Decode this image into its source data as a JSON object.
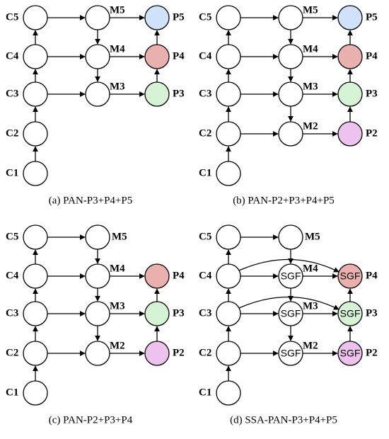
{
  "colors": {
    "p5_fill": "#cfe2f9",
    "p4_fill": "#eab0ae",
    "p3_fill": "#d6f2d4",
    "p2_fill": "#eec2ee",
    "plain_fill": "#ffffff",
    "line": "#000000"
  },
  "panels": [
    {
      "id": "a",
      "caption": "(a) PAN-P3+P4+P5",
      "backbone": [
        "C5",
        "C4",
        "C3",
        "C2",
        "C1"
      ],
      "mid": [
        {
          "label": "M5",
          "text": ""
        },
        {
          "label": "M4",
          "text": ""
        },
        {
          "label": "M3",
          "text": ""
        }
      ],
      "outputs": [
        {
          "label": "P5",
          "color": "p5_fill",
          "text": ""
        },
        {
          "label": "P4",
          "color": "p4_fill",
          "text": ""
        },
        {
          "label": "P3",
          "color": "p3_fill",
          "text": ""
        }
      ]
    },
    {
      "id": "b",
      "caption": "(b) PAN-P2+P3+P4+P5",
      "backbone": [
        "C5",
        "C4",
        "C3",
        "C2",
        "C1"
      ],
      "mid": [
        {
          "label": "M5",
          "text": ""
        },
        {
          "label": "M4",
          "text": ""
        },
        {
          "label": "M3",
          "text": ""
        },
        {
          "label": "M2",
          "text": ""
        }
      ],
      "outputs": [
        {
          "label": "P5",
          "color": "p5_fill",
          "text": ""
        },
        {
          "label": "P4",
          "color": "p4_fill",
          "text": ""
        },
        {
          "label": "P3",
          "color": "p3_fill",
          "text": ""
        },
        {
          "label": "P2",
          "color": "p2_fill",
          "text": ""
        }
      ]
    },
    {
      "id": "c",
      "caption": "(c) PAN-P2+P3+P4",
      "backbone": [
        "C5",
        "C4",
        "C3",
        "C2",
        "C1"
      ],
      "mid": [
        {
          "label": "M5",
          "text": ""
        },
        {
          "label": "M4",
          "text": ""
        },
        {
          "label": "M3",
          "text": ""
        },
        {
          "label": "M2",
          "text": ""
        }
      ],
      "outputs": [
        {
          "label": "P4",
          "color": "p4_fill",
          "text": ""
        },
        {
          "label": "P3",
          "color": "p3_fill",
          "text": ""
        },
        {
          "label": "P2",
          "color": "p2_fill",
          "text": ""
        }
      ]
    },
    {
      "id": "d",
      "caption": "(d) SSA-PAN-P3+P4+P5",
      "backbone": [
        "C5",
        "C4",
        "C3",
        "C2",
        "C1"
      ],
      "mid": [
        {
          "label": "M5",
          "text": ""
        },
        {
          "label": "M4",
          "text": "SGF"
        },
        {
          "label": "M3",
          "text": "SGF"
        },
        {
          "label": "M2",
          "text": "SGF"
        }
      ],
      "outputs": [
        {
          "label": "P4",
          "color": "p4_fill",
          "text": "SGF"
        },
        {
          "label": "P3",
          "color": "p3_fill",
          "text": "SGF"
        },
        {
          "label": "P2",
          "color": "p2_fill",
          "text": "SGF"
        }
      ]
    }
  ]
}
